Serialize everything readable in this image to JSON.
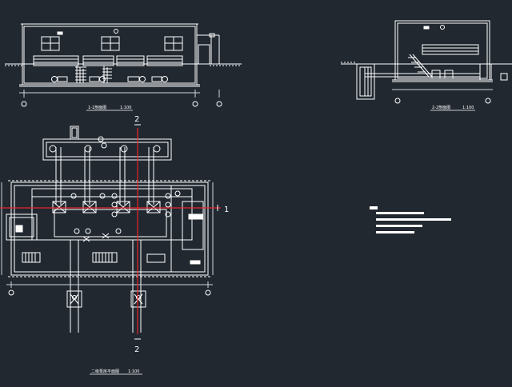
{
  "drawing": {
    "background": "#212830",
    "line_color": "#ffffff",
    "axis_color": "#e8242a",
    "dim_color": "#cfd6dc"
  },
  "section_1_1": {
    "title": "1-1剖面图",
    "scale": "1:100"
  },
  "section_2_2": {
    "title": "2-2剖面图",
    "scale": "1:100"
  },
  "plan": {
    "title": "二级泵房平面图",
    "scale": "1:100"
  },
  "section_markers": {
    "top": "2",
    "bottom": "2",
    "right": "1"
  }
}
